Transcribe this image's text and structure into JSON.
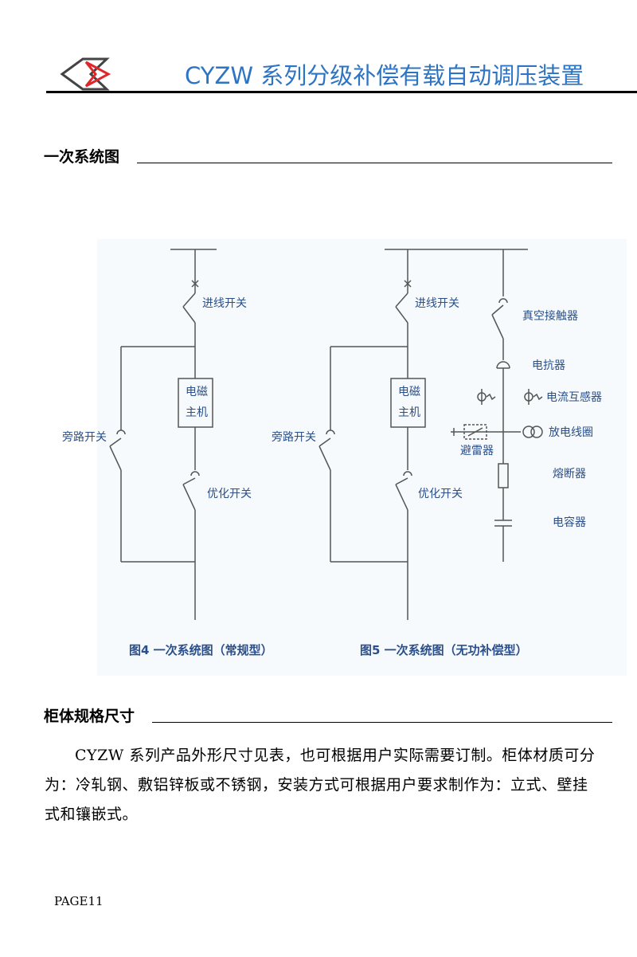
{
  "header": {
    "title": "CYZW 系列分级补偿有载自动调压装置"
  },
  "section1": {
    "title": "一次系统图"
  },
  "figure4": {
    "label_incoming": "进线开关",
    "label_main_line1": "电磁",
    "label_main_line2": "主机",
    "label_bypass": "旁路开关",
    "label_optimize": "优化开关",
    "caption": "图4 一次系统图（常规型）"
  },
  "figure5": {
    "label_incoming": "进线开关",
    "label_main_line1": "电磁",
    "label_main_line2": "主机",
    "label_bypass": "旁路开关",
    "label_optimize": "优化开关",
    "label_contactor": "真空接触器",
    "label_reactor": "电抗器",
    "label_ct": "电流互感器",
    "label_arrester": "避雷器",
    "label_discharge": "放电线圈",
    "label_fuse": "熔断器",
    "label_capacitor": "电容器",
    "caption": "图5 一次系统图（无功补偿型）"
  },
  "section2": {
    "title": "柜体规格尺寸",
    "body": "CYZW 系列产品外形尺寸见表，也可根据用户实际需要订制。柜体材质可分 为：冷轧钢、敷铝锌板或不锈钢，安装方式可根据用户要求制作为：立式、壁挂式和镶嵌式。"
  },
  "footer": {
    "page": "PAGE11"
  },
  "colors": {
    "header_blue": "#2e74c4",
    "logo_red": "#e0262a",
    "diagram_line": "#555555",
    "diagram_label": "#2a4f8a"
  }
}
